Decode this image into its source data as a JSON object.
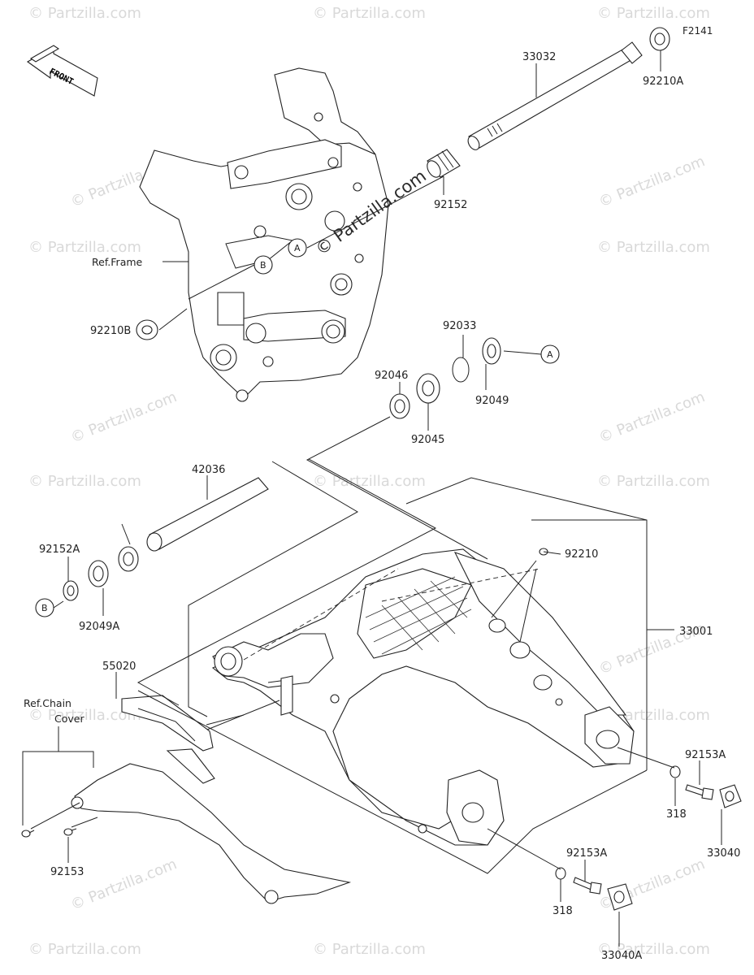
{
  "diagram": {
    "code": "F2141",
    "front_label": "FRONT",
    "watermark": "© Partzilla.com",
    "references": {
      "frame": "Ref.Frame",
      "chain_cover_line1": "Ref.Chain",
      "chain_cover_line2": "Cover"
    },
    "callouts": [
      "A",
      "B"
    ],
    "parts": [
      "33032",
      "92210A",
      "92152",
      "92210B",
      "92033",
      "92049",
      "92046",
      "92045",
      "42036",
      "92152A",
      "92049A",
      "92210",
      "33001",
      "55020",
      "92153A",
      "318",
      "33040",
      "92153",
      "33040A"
    ]
  }
}
